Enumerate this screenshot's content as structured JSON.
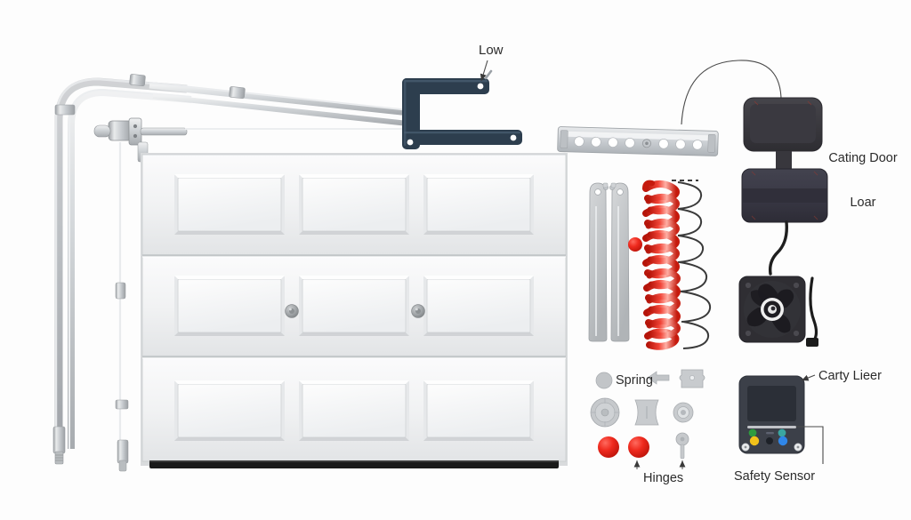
{
  "diagram": {
    "title": "Garage Door Assembly Exploded Parts Diagram",
    "background_color": "#fdfdfd"
  },
  "labels": {
    "low": "Low",
    "opener_line1": "Cating Door",
    "opener_line2": "Loar",
    "carty_lieer": "Carty Lieer",
    "safety_sensor": "Safety Sensor",
    "spring": "Spring",
    "hinges": "Hinges"
  },
  "colors": {
    "bracket_dark": "#2d3e4e",
    "spring_red": "#e8241c",
    "metal_light": "#d8dadc",
    "metal_mid": "#b6babd",
    "door_white": "#f2f3f4",
    "housing_dark": "#343338",
    "panel_dark": "#3c4049",
    "led_green": "#2e9b3f",
    "led_yellow": "#f2c21a",
    "led_blue": "#2f86e8",
    "led_teal": "#3aa6a0",
    "seal_black": "#1a1a1a",
    "leader_line": "#4a4a4a"
  },
  "components": {
    "door": {
      "name": "sectional-garage-door",
      "sections": 3,
      "panels_per_section": 3,
      "handles": 2
    },
    "track": {
      "name": "curved-vertical-track",
      "rails": 2
    },
    "rail": {
      "name": "perforated-mounting-rail",
      "holes": 9
    },
    "bracket": {
      "name": "door-arm-bracket",
      "mount_holes": 3
    },
    "spring_assembly": {
      "name": "torsion-spring",
      "coils": 11
    },
    "lift_arms": {
      "name": "lift-arm-bars",
      "count": 2
    },
    "opener": {
      "name": "garage-door-opener-unit"
    },
    "fan": {
      "name": "cooling-fan",
      "blades": 5
    },
    "control_panel": {
      "name": "wall-control-panel",
      "leds": [
        "green",
        "yellow",
        "teal",
        "blue"
      ]
    },
    "hardware_grid": {
      "row1": [
        "gray-disc",
        "wedge-arrow",
        "hinge-plate"
      ],
      "row2": [
        "gear-disc",
        "spool-bobbin",
        "washer-ring"
      ],
      "row3": [
        "red-roller",
        "red-roller",
        "pin-bolt"
      ]
    }
  }
}
